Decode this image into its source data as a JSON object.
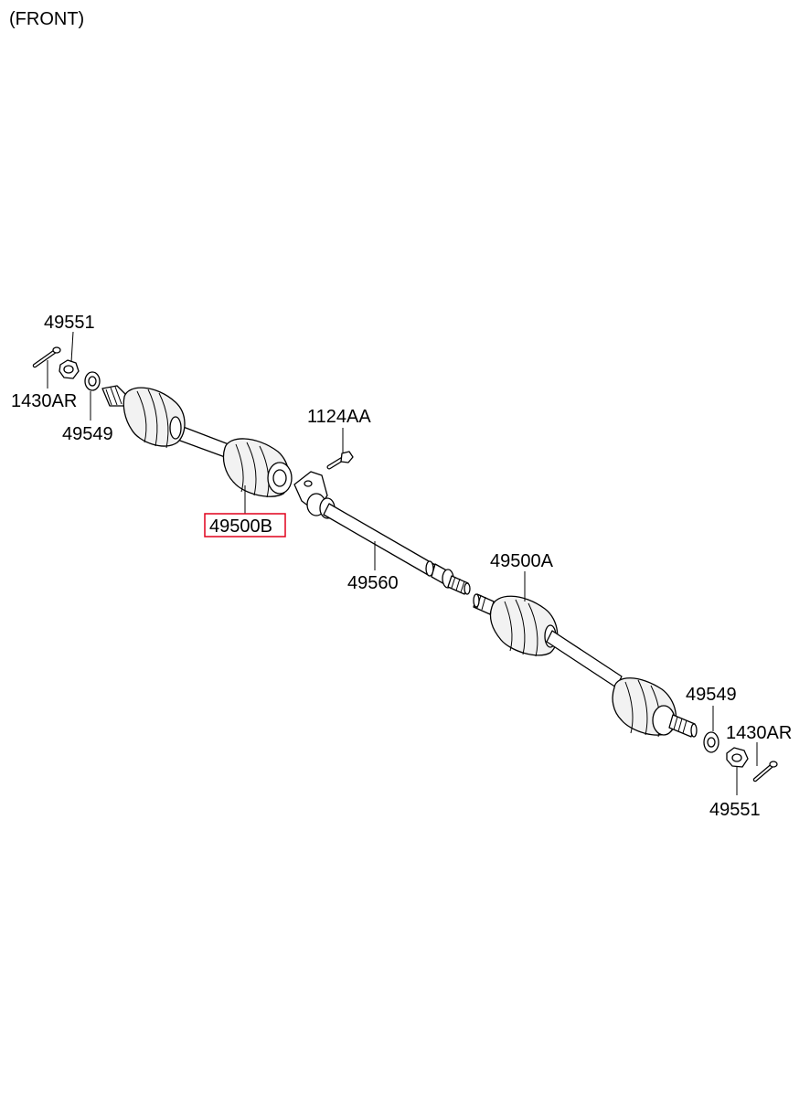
{
  "header": {
    "view_label": "(FRONT)"
  },
  "labels": {
    "nut_left": "49551",
    "pin_left": "1430AR",
    "washer_left": "49549",
    "bolt": "1124AA",
    "shaft_assembly_b": "49500B",
    "intermediate_shaft": "49560",
    "shaft_assembly_a": "49500A",
    "washer_right": "49549",
    "pin_right": "1430AR",
    "nut_right": "49551"
  },
  "highlight": {
    "part": "49500B",
    "color": "#e0001b"
  }
}
